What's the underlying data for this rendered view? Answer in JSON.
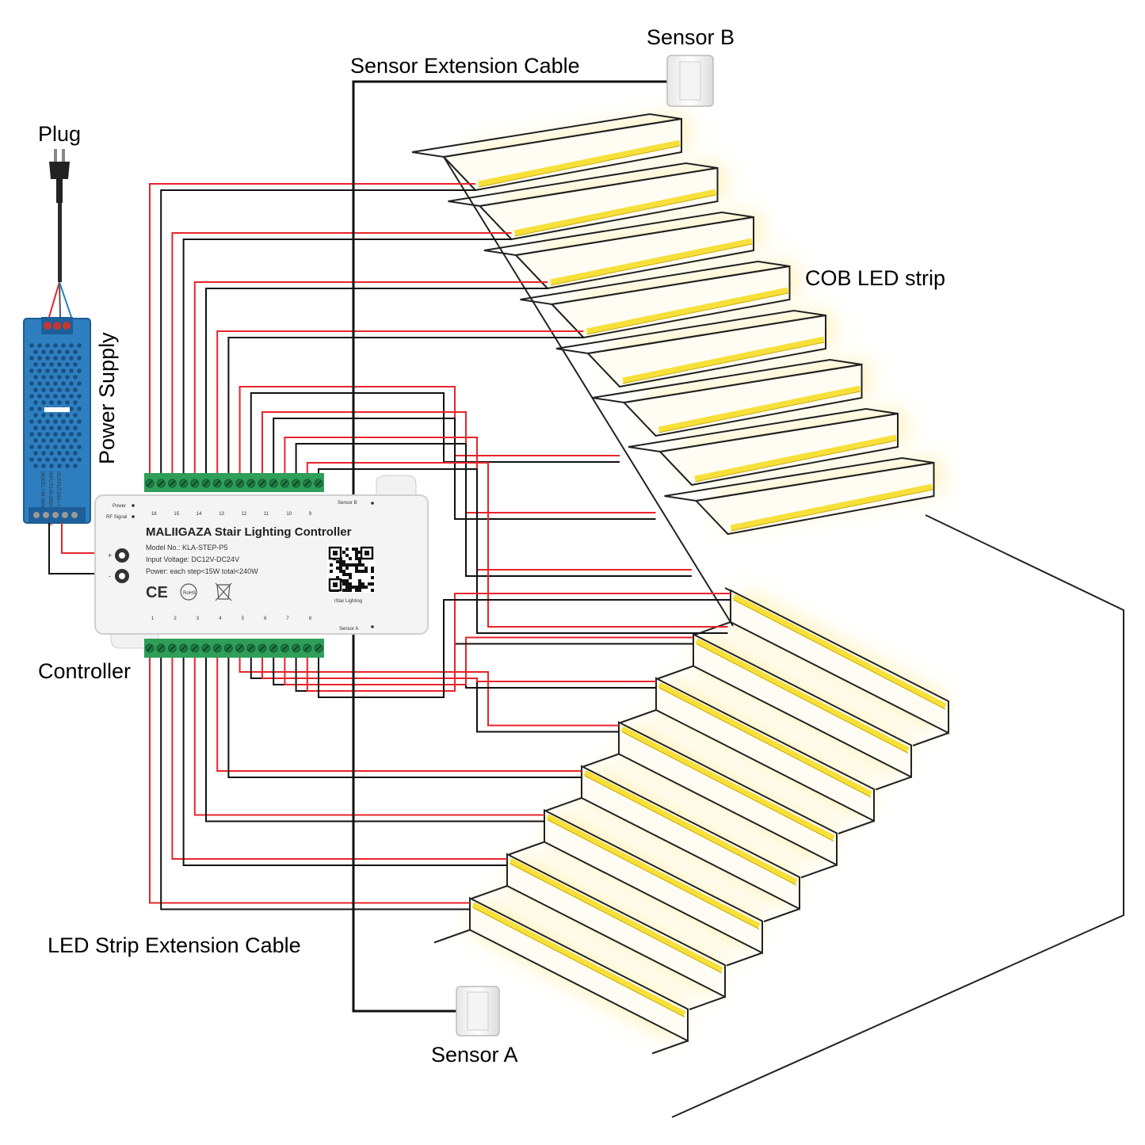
{
  "labels": {
    "plug": "Plug",
    "power_supply": "Power Supply",
    "controller": "Controller",
    "sensor_extension_cable": "Sensor Extension Cable",
    "sensor_b": "Sensor B",
    "sensor_a": "Sensor A",
    "cob_led_strip": "COB LED strip",
    "led_strip_extension_cable": "LED Strip Extension Cable"
  },
  "controller": {
    "title": "MALIIGAZA Stair Lighting Controller",
    "model": "Model No.: KLA-STEP-P5",
    "input_voltage": "Input Voltage: DC12V-DC24V",
    "power": "Power: each step<15W total<240W",
    "power_led": "Power",
    "rf_signal_led": "RF Signal",
    "sensor_b_port": "Sensor B",
    "sensor_a_port": "Sensor A",
    "qr_caption": "iStar Lighting",
    "ce_mark": "CE",
    "rohs_mark": "RoHS",
    "plus": "+",
    "minus": "-",
    "top_channels": [
      "16",
      "15",
      "14",
      "13",
      "12",
      "11",
      "10",
      "9"
    ],
    "bottom_channels": [
      "1",
      "2",
      "3",
      "4",
      "5",
      "6",
      "7",
      "8"
    ]
  },
  "psu": {
    "model": "MODEL:HB-300W-24V",
    "input": "INPUT:100-265V AC 2.8A",
    "output": "OUTPUT:24V---DC12.5A"
  },
  "colors": {
    "wire_red": "#e8242a",
    "wire_black": "#111111",
    "terminal_green": "#2e9e58",
    "psu_blue": "#2d7fc0",
    "led_yellow": "#f7e03a",
    "glow": "#fff1b8"
  }
}
